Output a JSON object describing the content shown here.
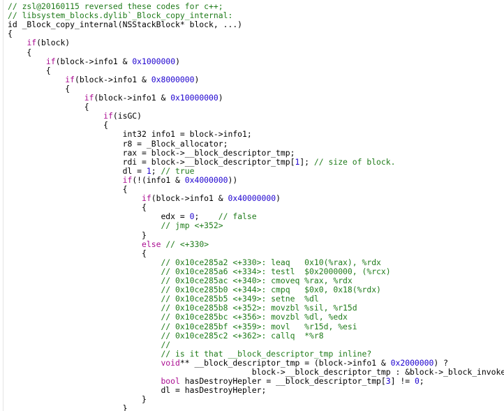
{
  "lines": [
    [
      [
        "cm",
        "// zsl@20160115 reversed these codes for c++;"
      ]
    ],
    [
      [
        "cm",
        "// libsystem_blocks.dylib`_Block_copy_internal:"
      ]
    ],
    [
      [
        "tx",
        "id _Block_copy_internal(NSStackBlock* block, ...)"
      ]
    ],
    [
      [
        "tx",
        "{"
      ]
    ],
    [
      [
        "tx",
        "    "
      ],
      [
        "kw",
        "if"
      ],
      [
        "tx",
        "(block)"
      ]
    ],
    [
      [
        "tx",
        "    {"
      ]
    ],
    [
      [
        "tx",
        "        "
      ],
      [
        "kw",
        "if"
      ],
      [
        "tx",
        "(block->info1 & "
      ],
      [
        "nm",
        "0x1000000"
      ],
      [
        "tx",
        ")"
      ]
    ],
    [
      [
        "tx",
        "        {"
      ]
    ],
    [
      [
        "tx",
        "            "
      ],
      [
        "kw",
        "if"
      ],
      [
        "tx",
        "(block->info1 & "
      ],
      [
        "nm",
        "0x8000000"
      ],
      [
        "tx",
        ")"
      ]
    ],
    [
      [
        "tx",
        "            {"
      ]
    ],
    [
      [
        "tx",
        "                "
      ],
      [
        "kw",
        "if"
      ],
      [
        "tx",
        "(block->info1 & "
      ],
      [
        "nm",
        "0x10000000"
      ],
      [
        "tx",
        ")"
      ]
    ],
    [
      [
        "tx",
        "                {"
      ]
    ],
    [
      [
        "tx",
        "                    "
      ],
      [
        "kw",
        "if"
      ],
      [
        "tx",
        "(isGC)"
      ]
    ],
    [
      [
        "tx",
        "                    {"
      ]
    ],
    [
      [
        "tx",
        "                        int32 info1 = block->info1;"
      ]
    ],
    [
      [
        "tx",
        "                        r8 = _Block_allocator;"
      ]
    ],
    [
      [
        "tx",
        "                        rax = block->__block_descriptor_tmp;"
      ]
    ],
    [
      [
        "tx",
        "                        rdi = block->__block_descriptor_tmp["
      ],
      [
        "nm",
        "1"
      ],
      [
        "tx",
        "]; "
      ],
      [
        "cm",
        "// size of block."
      ]
    ],
    [
      [
        "tx",
        "                        dl = "
      ],
      [
        "nm",
        "1"
      ],
      [
        "tx",
        "; "
      ],
      [
        "cm",
        "// true"
      ]
    ],
    [
      [
        "tx",
        "                        "
      ],
      [
        "kw",
        "if"
      ],
      [
        "tx",
        "(!(info1 & "
      ],
      [
        "nm",
        "0x4000000"
      ],
      [
        "tx",
        "))"
      ]
    ],
    [
      [
        "tx",
        "                        {"
      ]
    ],
    [
      [
        "tx",
        "                            "
      ],
      [
        "kw",
        "if"
      ],
      [
        "tx",
        "(block->info1 & "
      ],
      [
        "nm",
        "0x40000000"
      ],
      [
        "tx",
        ")"
      ]
    ],
    [
      [
        "tx",
        "                            {"
      ]
    ],
    [
      [
        "tx",
        "                                edx = "
      ],
      [
        "nm",
        "0"
      ],
      [
        "tx",
        ";    "
      ],
      [
        "cm",
        "// false"
      ]
    ],
    [
      [
        "tx",
        "                                "
      ],
      [
        "cm",
        "// jmp <+352>"
      ]
    ],
    [
      [
        "tx",
        "                            }"
      ]
    ],
    [
      [
        "tx",
        "                            "
      ],
      [
        "kw",
        "else"
      ],
      [
        "tx",
        " "
      ],
      [
        "cm",
        "// <+330>"
      ]
    ],
    [
      [
        "tx",
        "                            {"
      ]
    ],
    [
      [
        "tx",
        "                                "
      ],
      [
        "cm",
        "// 0x10ce285a2 <+330>: leaq   0x10(%rax), %rdx"
      ]
    ],
    [
      [
        "tx",
        "                                "
      ],
      [
        "cm",
        "// 0x10ce285a6 <+334>: testl  $0x2000000, (%rcx)"
      ]
    ],
    [
      [
        "tx",
        "                                "
      ],
      [
        "cm",
        "// 0x10ce285ac <+340>: cmoveq %rax, %rdx"
      ]
    ],
    [
      [
        "tx",
        "                                "
      ],
      [
        "cm",
        "// 0x10ce285b0 <+344>: cmpq   $0x0, 0x18(%rdx)"
      ]
    ],
    [
      [
        "tx",
        "                                "
      ],
      [
        "cm",
        "// 0x10ce285b5 <+349>: setne  %dl"
      ]
    ],
    [
      [
        "tx",
        "                                "
      ],
      [
        "cm",
        "// 0x10ce285b8 <+352>: movzbl %sil, %r15d"
      ]
    ],
    [
      [
        "tx",
        "                                "
      ],
      [
        "cm",
        "// 0x10ce285bc <+356>: movzbl %dl, %edx"
      ]
    ],
    [
      [
        "tx",
        "                                "
      ],
      [
        "cm",
        "// 0x10ce285bf <+359>: movl   %r15d, %esi"
      ]
    ],
    [
      [
        "tx",
        "                                "
      ],
      [
        "cm",
        "// 0x10ce285c2 <+362>: callq  *%r8"
      ]
    ],
    [
      [
        "tx",
        "                                "
      ],
      [
        "cm",
        "//"
      ]
    ],
    [
      [
        "tx",
        "                                "
      ],
      [
        "cm",
        "// is it that __block_descriptor_tmp inline?"
      ]
    ],
    [
      [
        "tx",
        "                                "
      ],
      [
        "kw",
        "void"
      ],
      [
        "tx",
        "** __block_descriptor_tmp = (block->info1 & "
      ],
      [
        "nm",
        "0x2000000"
      ],
      [
        "tx",
        ") ?"
      ]
    ],
    [
      [
        "tx",
        "                                                   block->__block_descriptor_tmp : &block->_block_invoke;"
      ]
    ],
    [
      [
        "tx",
        "                                "
      ],
      [
        "kw",
        "bool"
      ],
      [
        "tx",
        " hasDestroyHepler = __block_descriptor_tmp["
      ],
      [
        "nm",
        "3"
      ],
      [
        "tx",
        "] != "
      ],
      [
        "nm",
        "0"
      ],
      [
        "tx",
        ";"
      ]
    ],
    [
      [
        "tx",
        "                                dl = hasDestroyHepler;"
      ]
    ],
    [
      [
        "tx",
        "                            }"
      ]
    ],
    [
      [
        "tx",
        "                        }"
      ]
    ]
  ]
}
